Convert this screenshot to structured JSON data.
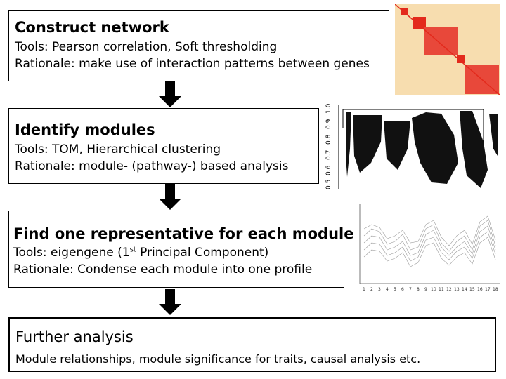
{
  "steps": [
    {
      "title": "Construct network",
      "tools": "Tools: Pearson correlation, Soft thresholding",
      "rationale": "Rationale: make use of interaction patterns between genes"
    },
    {
      "title": "Identify modules",
      "tools": "Tools: TOM, Hierarchical clustering",
      "rationale": "Rationale: module- (pathway-) based analysis"
    },
    {
      "title": "Find one representative for each module",
      "tools_prefix": "Tools: eigengene (1",
      "tools_sup": "st",
      "tools_suffix": " Principal Component)",
      "rationale": "Rationale: Condense each module into one profile"
    },
    {
      "title": "Further analysis",
      "detail": "Module relationships, module significance for traits, causal analysis etc."
    }
  ],
  "dendrogram_axis": [
    "0.5",
    "0.6",
    "0.7",
    "0.8",
    "0.9",
    "1.0"
  ],
  "profile_axis_x": [
    "1",
    "2",
    "3",
    "4",
    "5",
    "6",
    "7",
    "8",
    "9",
    "10",
    "11",
    "12",
    "13",
    "14",
    "15",
    "16",
    "17",
    "18"
  ],
  "colors": {
    "heatmap_bg": "#fdf5c8",
    "heatmap_block": "#e32a1c",
    "arrow": "#000000"
  }
}
